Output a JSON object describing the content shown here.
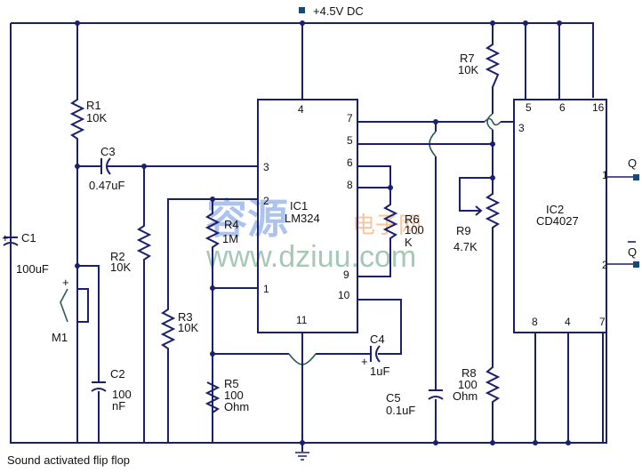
{
  "title": "Sound activated flip flop",
  "supply": {
    "label": "+4.5V DC"
  },
  "watermark": {
    "chinese_main": "容源",
    "chinese_secondary": "电子网",
    "url": "www.dziuu.com"
  },
  "components": {
    "R1": {
      "name": "R1",
      "value": "10K"
    },
    "R2": {
      "name": "R2",
      "value": "10K"
    },
    "R3": {
      "name": "R3",
      "value": "10K"
    },
    "R4": {
      "name": "R4",
      "value": "1M"
    },
    "R5": {
      "name": "R5",
      "value_line1": "100",
      "value_line2": "Ohm"
    },
    "R6": {
      "name": "R6",
      "value_line1": "100",
      "value_line2": "K"
    },
    "R7": {
      "name": "R7",
      "value": "10K"
    },
    "R8": {
      "name": "R8",
      "value_line1": "100",
      "value_line2": "Ohm"
    },
    "R9": {
      "name": "R9",
      "value": "4.7K"
    },
    "C1": {
      "name": "C1",
      "value": "100uF"
    },
    "C2": {
      "name": "C2",
      "value_line1": "100",
      "value_line2": "nF"
    },
    "C3": {
      "name": "C3",
      "value": "0.47uF"
    },
    "C4": {
      "name": "C4",
      "value": "1uF"
    },
    "C5": {
      "name": "C5",
      "value": "0.1uF"
    },
    "M1": {
      "name": "M1"
    },
    "IC1": {
      "name": "IC1",
      "part": "LM324",
      "pins": {
        "p4": "4",
        "p3": "3",
        "p2": "2",
        "p1": "1",
        "p11": "11",
        "p7": "7",
        "p5": "5",
        "p6": "6",
        "p8": "8",
        "p9": "9",
        "p10": "10"
      }
    },
    "IC2": {
      "name": "IC2",
      "part": "CD4027",
      "pins": {
        "p5": "5",
        "p6": "6",
        "p16": "16",
        "p3": "3",
        "p1": "1",
        "p2": "2",
        "p8": "8",
        "p4": "4",
        "p7": "7"
      }
    }
  },
  "outputs": {
    "q": "Q",
    "q_bar": "Q"
  },
  "plus_sign": "+"
}
